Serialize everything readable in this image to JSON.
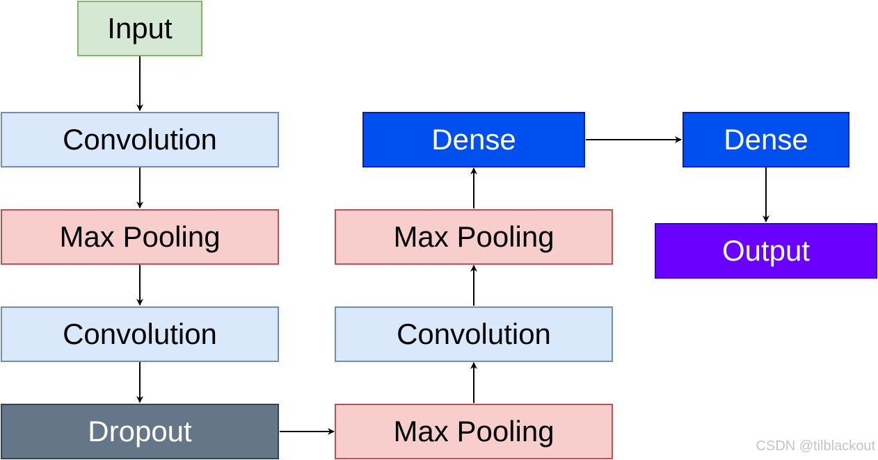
{
  "diagram": {
    "nodes": {
      "input": {
        "label": "Input",
        "fill": "#d5e8d4",
        "stroke": "#82b366",
        "text": "#000000"
      },
      "conv1": {
        "label": "Convolution",
        "fill": "#dae8fc",
        "stroke": "#6c8ebf",
        "text": "#000000"
      },
      "pool1": {
        "label": "Max Pooling",
        "fill": "#f8cecc",
        "stroke": "#b85450",
        "text": "#000000"
      },
      "conv2": {
        "label": "Convolution",
        "fill": "#dae8fc",
        "stroke": "#6c8ebf",
        "text": "#000000"
      },
      "dropout": {
        "label": "Dropout",
        "fill": "#647687",
        "stroke": "#314354",
        "text": "#ffffff"
      },
      "pool2": {
        "label": "Max Pooling",
        "fill": "#f8cecc",
        "stroke": "#b85450",
        "text": "#000000"
      },
      "conv3": {
        "label": "Convolution",
        "fill": "#dae8fc",
        "stroke": "#6c8ebf",
        "text": "#000000"
      },
      "pool3": {
        "label": "Max Pooling",
        "fill": "#f8cecc",
        "stroke": "#b85450",
        "text": "#000000"
      },
      "dense1": {
        "label": "Dense",
        "fill": "#0050ef",
        "stroke": "#001dbc",
        "text": "#ffffff"
      },
      "dense2": {
        "label": "Dense",
        "fill": "#0050ef",
        "stroke": "#001dbc",
        "text": "#ffffff"
      },
      "output": {
        "label": "Output",
        "fill": "#6a00ff",
        "stroke": "#3700cc",
        "text": "#ffffff"
      }
    },
    "edges": [
      [
        "input",
        "conv1"
      ],
      [
        "conv1",
        "pool1"
      ],
      [
        "pool1",
        "conv2"
      ],
      [
        "conv2",
        "dropout"
      ],
      [
        "dropout",
        "pool2"
      ],
      [
        "pool2",
        "conv3"
      ],
      [
        "conv3",
        "pool3"
      ],
      [
        "pool3",
        "dense1"
      ],
      [
        "dense1",
        "dense2"
      ],
      [
        "dense2",
        "output"
      ]
    ]
  },
  "watermark": "CSDN @tilblackout"
}
